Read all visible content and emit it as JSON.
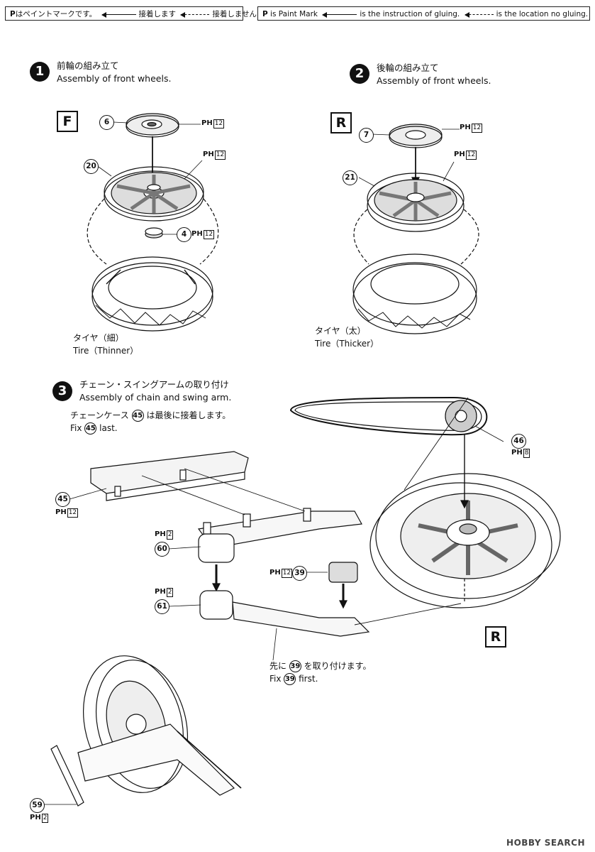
{
  "legend": {
    "jp": {
      "p": "P",
      "text1": "はペイントマークです。",
      "text2": "接着します",
      "text3": "接着しません"
    },
    "en": {
      "p": "P",
      "text1": "is Paint Mark",
      "text2": "is the instruction of gluing.",
      "text3": "is the location no gluing."
    }
  },
  "steps": [
    {
      "num": "1",
      "jp": "前輪の組み立て",
      "en": "Assembly of front wheels."
    },
    {
      "num": "2",
      "jp": "後輪の組み立て",
      "en": "Assembly of front wheels."
    },
    {
      "num": "3",
      "jp": "チェーン・スイングアームの取り付け",
      "en": "Assembly of chain and swing arm."
    }
  ],
  "box_labels": {
    "front": "F",
    "rear": "R",
    "rear_bottom": "R"
  },
  "tire_labels": {
    "front_jp": "タイヤ（細）",
    "front_en": "Tire（Thinner）",
    "rear_jp": "タイヤ（太）",
    "rear_en": "Tire（Thicker）"
  },
  "notes": {
    "case_jp_pre": "チェーンケース",
    "case_num": "45",
    "case_jp_post": "は最後に接着します。",
    "case_en_pre": "Fix",
    "case_en_post": "last.",
    "fix39_jp_pre": "先に",
    "fix39_num": "39",
    "fix39_jp_post": "を取り付けます。",
    "fix39_en_pre": "Fix",
    "fix39_en_post": "first."
  },
  "parts": {
    "p6": "6",
    "p20": "20",
    "p4": "4",
    "p7": "7",
    "p21": "21",
    "p46": "46",
    "p45": "45",
    "p60": "60",
    "p61": "61",
    "p39": "39",
    "p59": "59"
  },
  "paint": {
    "pm_letters": "PH",
    "c12": "12",
    "c8": "8",
    "c2": "2"
  },
  "footer": "HOBBY SEARCH"
}
